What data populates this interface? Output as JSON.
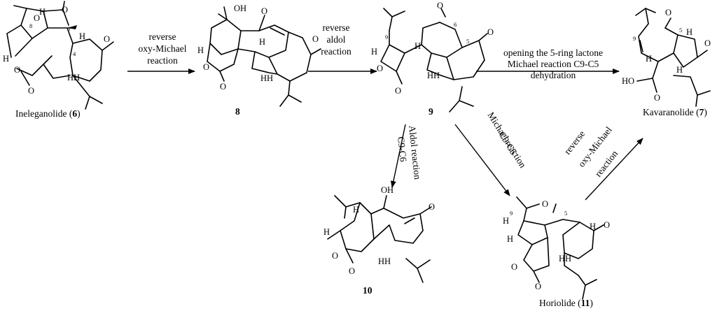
{
  "arrows": {
    "a1": [
      "reverse",
      "oxy-Michael",
      "reaction"
    ],
    "a2": [
      "reverse",
      "aldol",
      "reaction"
    ],
    "a3": [
      "opening the 5-ring lactone",
      "Michael reaction C9-C5",
      "dehydration"
    ],
    "a4": [
      "Aldol reaction",
      "C9-C6"
    ],
    "a5": [
      "Michael reaction",
      "C9-C5"
    ],
    "a6": [
      "reverse",
      "oxy-Michael",
      "reaction"
    ]
  },
  "compounds": {
    "c6": {
      "name": "Ineleganolide (",
      "num": "6",
      "close": ")"
    },
    "c8": {
      "num": "8"
    },
    "c9": {
      "num": "9"
    },
    "c7": {
      "name": "Kavaranolide (",
      "num": "7",
      "close": ")"
    },
    "c10": {
      "num": "10"
    },
    "c11": {
      "name": "Horiolide (",
      "num": "11",
      "close": ")"
    }
  },
  "atoms": {
    "O": "O",
    "H": "H",
    "HH": "HH",
    "OH": "OH",
    "HO": "HO",
    "n4": "4",
    "n5": "5",
    "n6": "6",
    "n8": "8",
    "n9": "9"
  }
}
